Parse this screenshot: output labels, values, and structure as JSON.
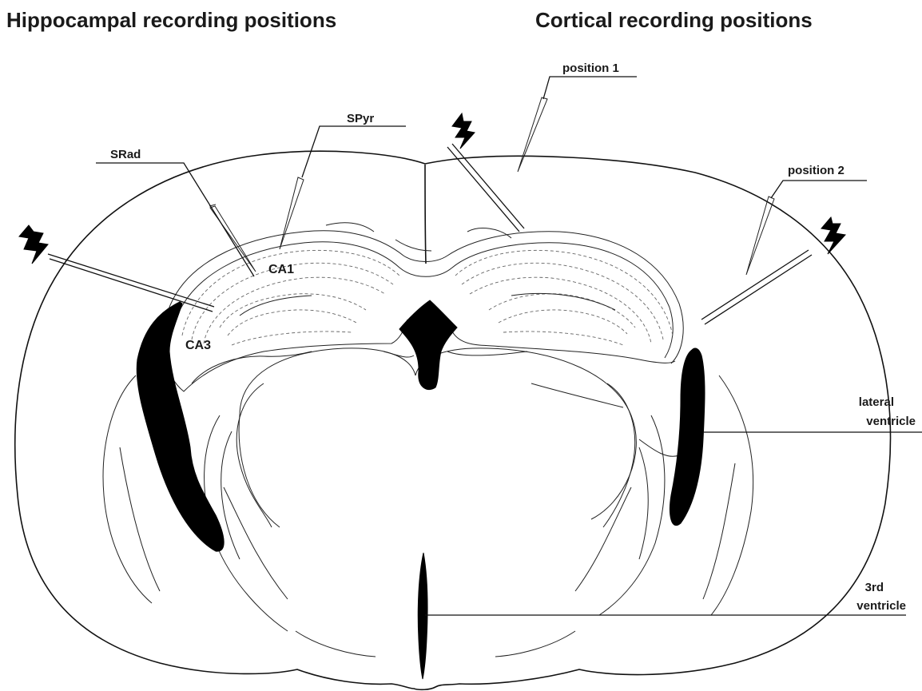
{
  "titles": {
    "hippocampal": "Hippocampal recording positions",
    "cortical": "Cortical recording positions"
  },
  "labels": {
    "srad": "SRad",
    "spyr": "SPyr",
    "ca1": "CA1",
    "ca3": "CA3",
    "position1": "position 1",
    "position2": "position 2",
    "lateral_ventricle_line1": "lateral",
    "lateral_ventricle_line2": "ventricle",
    "third_ventricle_line1": "3rd",
    "third_ventricle_line2": "ventricle"
  },
  "icons": {
    "stimulus": "lightning-bolt-icon",
    "electrode": "recording-electrode-icon"
  },
  "colors": {
    "line": "#111111",
    "ventricle_fill": "#000000",
    "dashed_layers": "#666666"
  }
}
